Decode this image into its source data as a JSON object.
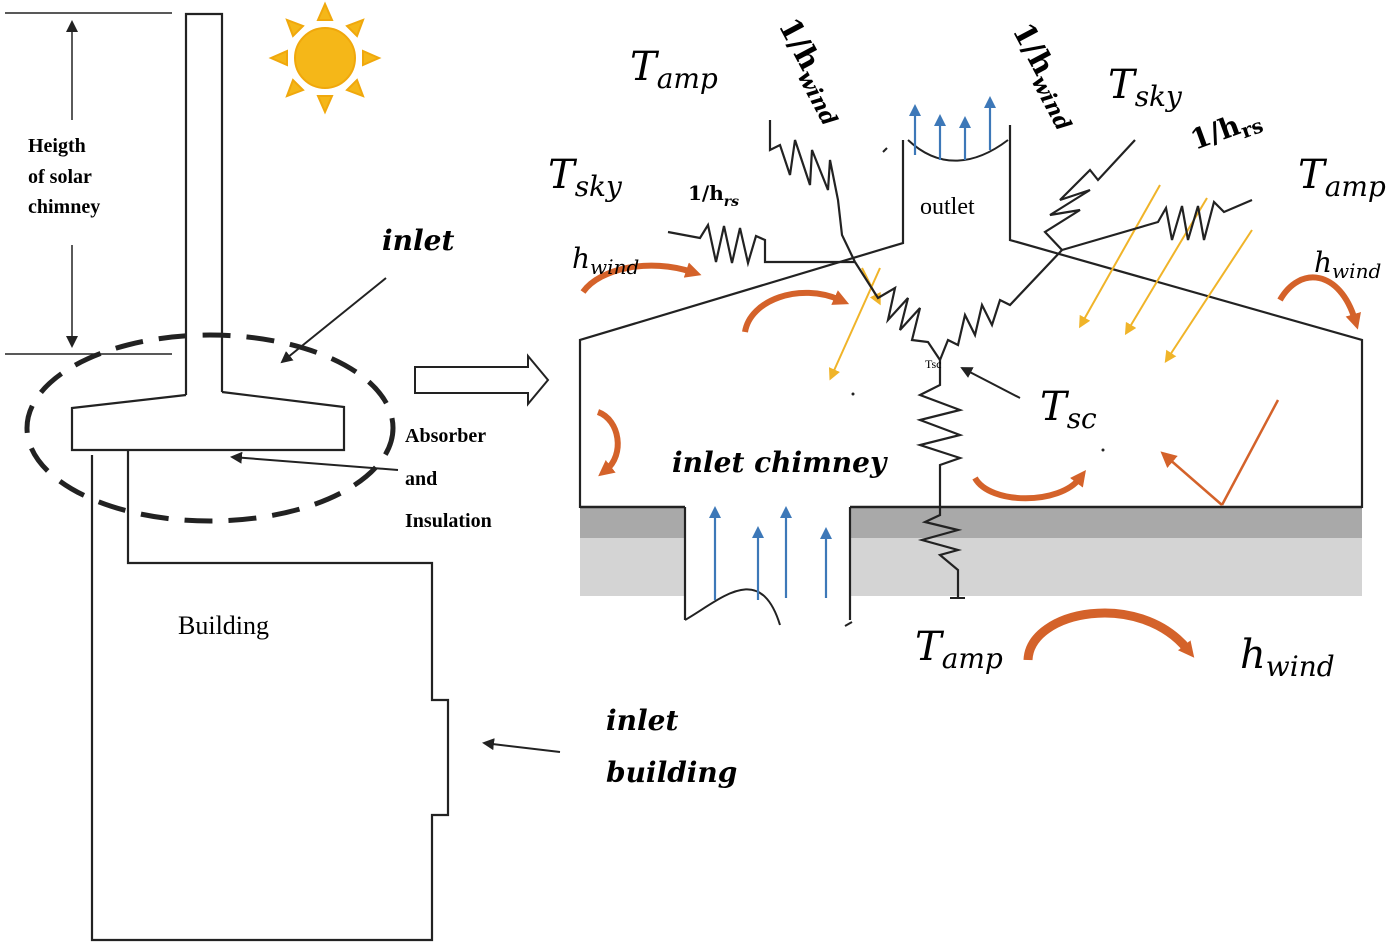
{
  "labels": {
    "height_label_1": "Heigth",
    "height_label_2": "of  solar",
    "height_label_3": "chimney",
    "inlet": "inlet",
    "absorber_1": "Absorber",
    "absorber_2": "and",
    "absorber_3": "Insulation",
    "building": "Building",
    "inlet_building_1": "inlet",
    "inlet_building_2": "building",
    "outlet": "outlet",
    "inlet_chimney": "inlet chimney",
    "tsc_small": "Tsc"
  },
  "symbols": {
    "T": "T",
    "h": "h",
    "one_over_h": "1/h",
    "amp": "amp",
    "sky": "sky",
    "wind": "wind",
    "rs": "rs",
    "sc": "sc"
  },
  "colors": {
    "line": "#222222",
    "blue_arrow": "#3d78b8",
    "yellow_arrow": "#f0b429",
    "orange_arrow": "#d4622a",
    "sun": "#f5b718",
    "sun_ray": "#f0a80c",
    "insulation_dark": "#a9a9a9",
    "insulation_light": "#d4d4d4"
  },
  "icons": [
    "sun-icon"
  ]
}
